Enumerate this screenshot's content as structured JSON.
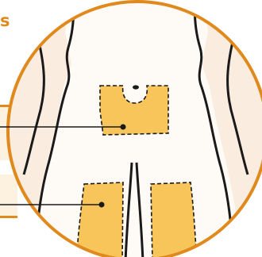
{
  "title_fragment": "s",
  "colors": {
    "accent": "#e0891c",
    "circle_fill": "#fbece0",
    "label_bar": "#fdf1e0",
    "highlight_fill": "#f7c55a",
    "outline": "#1a1a1a"
  },
  "regions": [
    {
      "id": "abdomen",
      "pointer": "upper"
    },
    {
      "id": "left-thigh",
      "pointer": "lower"
    },
    {
      "id": "right-thigh",
      "pointer": "none"
    }
  ]
}
